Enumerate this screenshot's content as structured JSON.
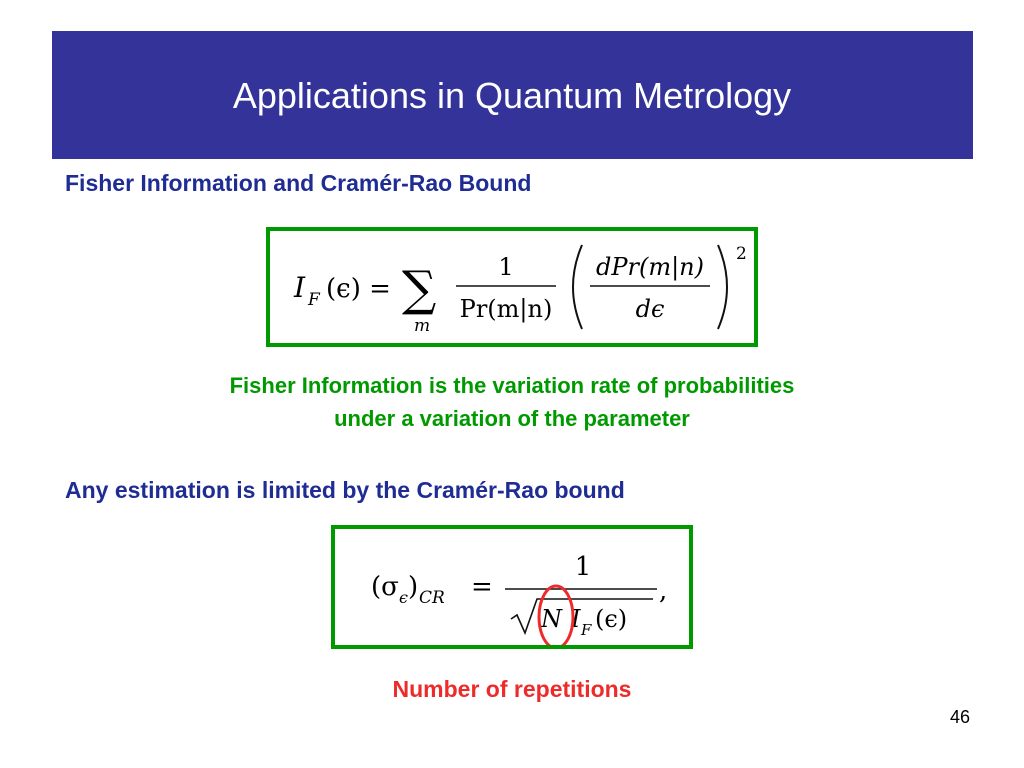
{
  "slide": {
    "title": "Applications in Quantum Metrology",
    "heading_fisher": "Fisher Information and Cramér-Rao Bound",
    "fisher_note_line1": "Fisher Information is the variation rate of probabilities",
    "fisher_note_line2": "under a variation of the parameter",
    "heading_bound": "Any estimation is limited by the Cramér-Rao bound",
    "repetitions_note": "Number of repetitions",
    "page_number": "46"
  },
  "equations": {
    "fisher": {
      "lhs": "I",
      "lhs_sub": "F",
      "lhs_arg": "(ϵ) =",
      "sum_symbol": "∑",
      "sum_index": "m",
      "frac1_num": "1",
      "frac1_den": "Pr(m|n)",
      "frac2_num": "dPr(m|n)",
      "frac2_den": "dϵ",
      "exponent": "2"
    },
    "cramer_rao": {
      "lhs": "(σ",
      "lhs_sub_eps": "ϵ",
      "lhs_close": ")",
      "lhs_sub": "CR",
      "equals": "=",
      "num": "1",
      "den_n": "N",
      "den_i": "I",
      "den_sub": "F",
      "den_arg": "(ϵ)",
      "trailing": ","
    }
  },
  "colors": {
    "title_bar": "#333399",
    "heading": "#1f2c94",
    "green": "#009900",
    "red": "#ee2b2b"
  }
}
